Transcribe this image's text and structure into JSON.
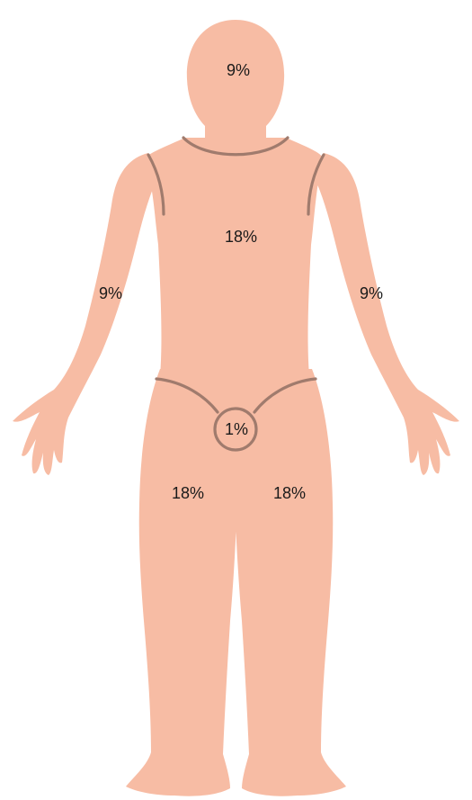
{
  "colors": {
    "skin": "#f7bca4",
    "outline": "#a07b6d",
    "text": "#1a1a1a"
  },
  "regions": {
    "head": {
      "label": "9%"
    },
    "torso": {
      "label": "18%"
    },
    "right_arm": {
      "label": "9%"
    },
    "left_arm": {
      "label": "9%"
    },
    "genitals": {
      "label": "1%"
    },
    "right_leg": {
      "label": "18%"
    },
    "left_leg": {
      "label": "18%"
    }
  }
}
